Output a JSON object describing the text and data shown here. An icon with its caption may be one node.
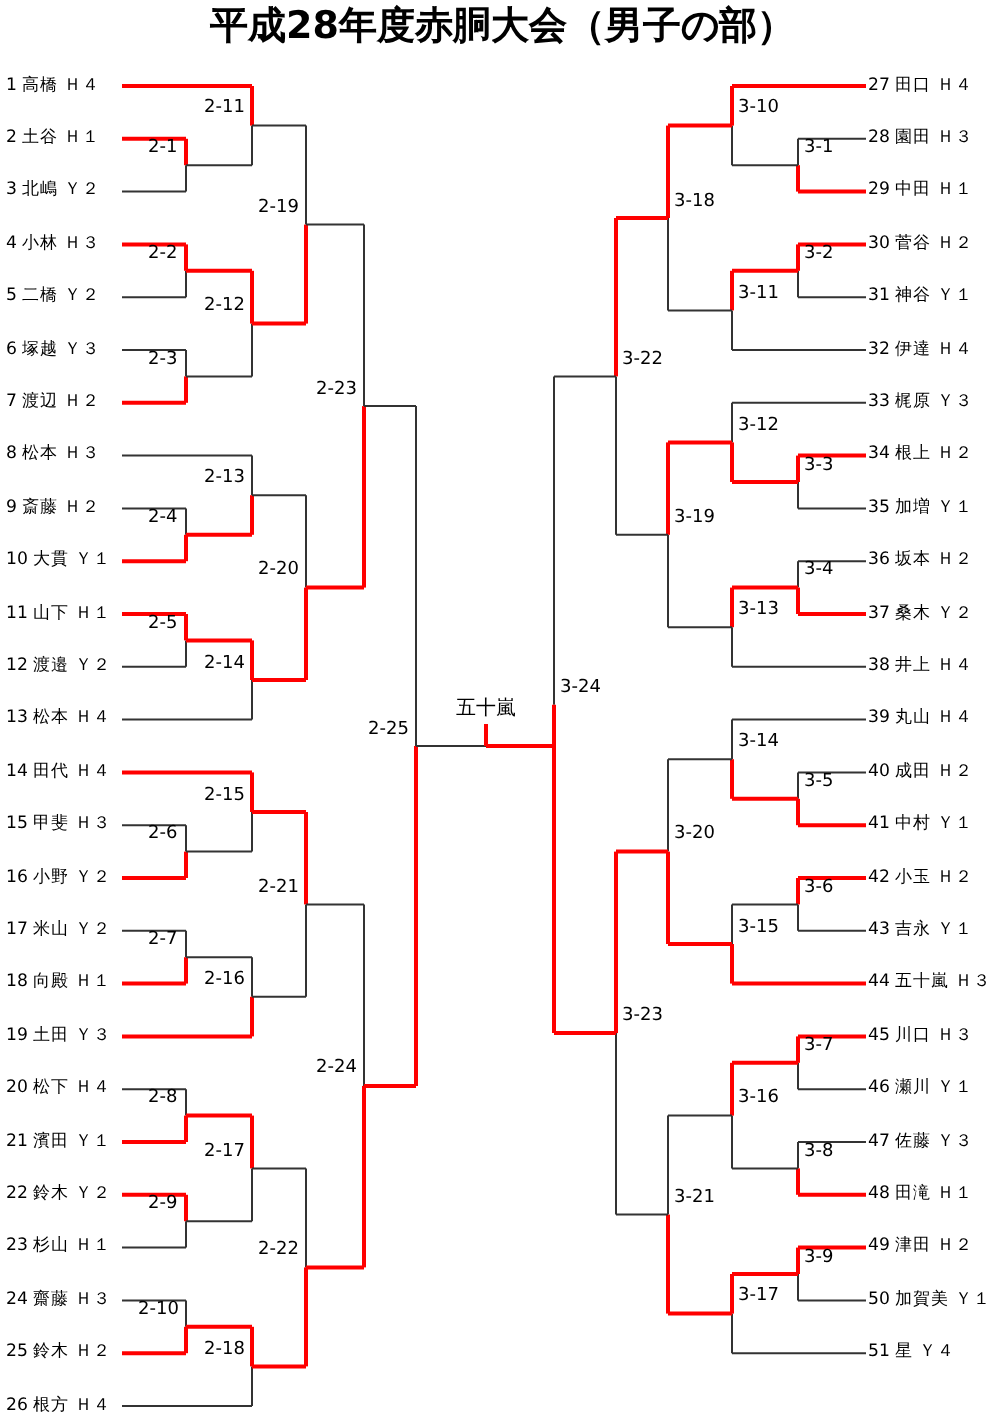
{
  "diagram": {
    "title": "平成28年度赤胴大会（男子の部）",
    "nodes": [
      {
        "text": [
          "1 高橋 Ｈ４"
        ]
      },
      {
        "text": [
          "2 土谷 Ｈ１"
        ]
      },
      {
        "text": [
          "3 北嶋 Ｙ２"
        ]
      },
      {
        "text": [
          "4 小林 Ｈ３"
        ]
      },
      {
        "text": [
          "5 二橋 Ｙ２"
        ]
      },
      {
        "text": [
          "6 塚越 Ｙ３"
        ]
      },
      {
        "text": [
          "7 渡辺 Ｈ２"
        ]
      },
      {
        "text": [
          "8 松本 Ｈ３"
        ]
      },
      {
        "text": [
          "9 斎藤 Ｈ２"
        ]
      },
      {
        "text": [
          "10 大貫 Ｙ１"
        ]
      },
      {
        "text": [
          "11 山下 Ｈ１"
        ]
      },
      {
        "text": [
          "12 渡邉 Ｙ２"
        ]
      },
      {
        "text": [
          "13 松本 Ｈ４"
        ]
      },
      {
        "text": [
          "14 田代 Ｈ４"
        ]
      },
      {
        "text": [
          "15 甲斐 Ｈ３"
        ]
      },
      {
        "text": [
          "16 小野 Ｙ２"
        ]
      },
      {
        "text": [
          "17 米山 Ｙ２"
        ]
      },
      {
        "text": [
          "18 向殿 Ｈ１"
        ]
      },
      {
        "text": [
          "19 土田 Ｙ３"
        ]
      },
      {
        "text": [
          "20 松下 Ｈ４"
        ]
      },
      {
        "text": [
          "21 濱田 Ｙ１"
        ]
      },
      {
        "text": [
          "22 鈴木 Ｙ２"
        ]
      },
      {
        "text": [
          "23 杉山 Ｈ１"
        ]
      },
      {
        "text": [
          "24 齋藤 Ｈ３"
        ]
      },
      {
        "text": [
          "25 鈴木 Ｈ２"
        ]
      },
      {
        "text": [
          "26 根方 Ｈ４"
        ]
      },
      {
        "text": [
          "27 田口 Ｈ４"
        ]
      },
      {
        "text": [
          "28 園田 Ｈ３"
        ]
      },
      {
        "text": [
          "29 中田 Ｈ１"
        ]
      },
      {
        "text": [
          "30 菅谷 Ｈ２"
        ]
      },
      {
        "text": [
          "31 神谷 Ｙ１"
        ]
      },
      {
        "text": [
          "32 伊達 Ｈ４"
        ]
      },
      {
        "text": [
          "33 梶原 Ｙ３"
        ]
      },
      {
        "text": [
          "34 根上 Ｈ２"
        ]
      },
      {
        "text": [
          "35 加増 Ｙ１"
        ]
      },
      {
        "text": [
          "36 坂本 Ｈ２"
        ]
      },
      {
        "text": [
          "37 桑木 Ｙ２"
        ]
      },
      {
        "text": [
          "38 井上 Ｈ４"
        ]
      },
      {
        "text": [
          "39 丸山 Ｈ４"
        ]
      },
      {
        "text": [
          "40 成田 Ｈ２"
        ]
      },
      {
        "text": [
          "41 中村 Ｙ１"
        ]
      },
      {
        "text": [
          "42 小玉 Ｈ２"
        ]
      },
      {
        "text": [
          "43 吉永 Ｙ１"
        ]
      },
      {
        "text": [
          "44 五十嵐 Ｈ３"
        ]
      },
      {
        "text": [
          "45 川口 Ｈ３"
        ]
      },
      {
        "text": [
          "46 瀬川 Ｙ１"
        ]
      },
      {
        "text": [
          "47 佐藤 Ｙ３"
        ]
      },
      {
        "text": [
          "48 田滝 Ｈ１"
        ]
      },
      {
        "text": [
          "49 津田 Ｈ２"
        ]
      },
      {
        "text": [
          "50 加賀美 Ｙ１"
        ]
      },
      {
        "text": [
          "51 星 Ｙ４"
        ]
      }
    ],
    "labels": [
      "2-1",
      "2-2",
      "2-3",
      "2-4",
      "2-5",
      "2-6",
      "2-7",
      "2-8",
      "2-9",
      "2-10",
      "2-11",
      "2-12",
      "2-13",
      "2-14",
      "2-15",
      "2-16",
      "2-17",
      "2-18",
      "2-19",
      "2-20",
      "2-21",
      "2-22",
      "2-23",
      "2-24",
      "2-25",
      "3-1",
      "3-2",
      "3-3",
      "3-4",
      "3-5",
      "3-6",
      "3-7",
      "3-8",
      "3-9",
      "3-10",
      "3-11",
      "3-12",
      "3-13",
      "3-14",
      "3-15",
      "3-16",
      "3-17",
      "3-18",
      "3-19",
      "3-20",
      "3-21",
      "3-22",
      "3-23",
      "3-24",
      "五十嵐"
    ]
  }
}
